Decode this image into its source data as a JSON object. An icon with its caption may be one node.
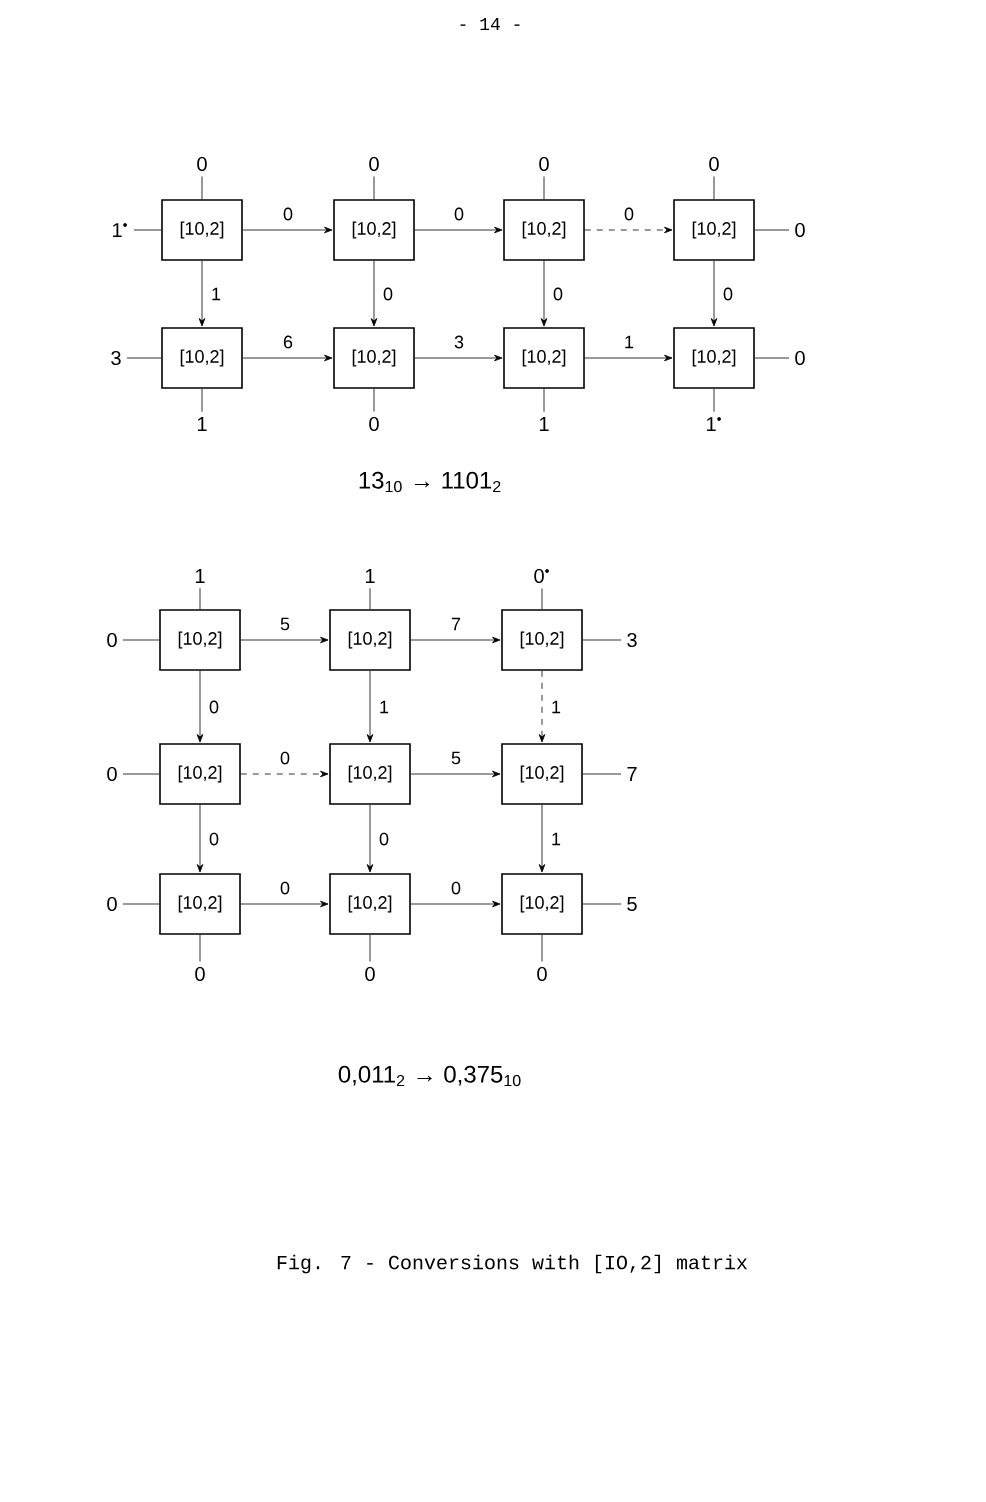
{
  "diagram": {
    "caption": "Fig. 7 - Conversions with [IO,2] matrix",
    "nodes": [
      {
        "text": [
          "[10,2]"
        ]
      },
      {
        "text": [
          "[10,2]"
        ]
      },
      {
        "text": [
          "[10,2]"
        ]
      },
      {
        "text": [
          "[10,2]"
        ]
      },
      {
        "text": [
          "[10,2]"
        ]
      },
      {
        "text": [
          "[10,2]"
        ]
      },
      {
        "text": [
          "[10,2]"
        ]
      },
      {
        "text": [
          "[10,2]"
        ]
      },
      {
        "text": [
          "0"
        ]
      },
      {
        "text": [
          "0"
        ]
      },
      {
        "text": [
          "0"
        ]
      },
      {
        "text": [
          "0"
        ]
      },
      {
        "text": [
          "1$^{•}$"
        ]
      },
      {
        "text": [
          "3"
        ]
      },
      {
        "text": [
          "0"
        ]
      },
      {
        "text": [
          "0"
        ]
      },
      {
        "text": [
          "1"
        ]
      },
      {
        "text": [
          "0"
        ]
      },
      {
        "text": [
          "1"
        ]
      },
      {
        "text": [
          "1$^{•}$"
        ]
      },
      {
        "text": [
          "[10,2]"
        ]
      },
      {
        "text": [
          "[10,2]"
        ]
      },
      {
        "text": [
          "[10,2]"
        ]
      },
      {
        "text": [
          "[10,2]"
        ]
      },
      {
        "text": [
          "[10,2]"
        ]
      },
      {
        "text": [
          "[10,2]"
        ]
      },
      {
        "text": [
          "[10,2]"
        ]
      },
      {
        "text": [
          "[10,2]"
        ]
      },
      {
        "text": [
          "[10,2]"
        ]
      },
      {
        "text": [
          "1"
        ]
      },
      {
        "text": [
          "1"
        ]
      },
      {
        "text": [
          "0$^{•}$"
        ]
      },
      {
        "text": [
          "0"
        ]
      },
      {
        "text": [
          "0"
        ]
      },
      {
        "text": [
          "0"
        ]
      },
      {
        "text": [
          "3"
        ]
      },
      {
        "text": [
          "7"
        ]
      },
      {
        "text": [
          "5"
        ]
      },
      {
        "text": [
          "0"
        ]
      },
      {
        "text": [
          "0"
        ]
      },
      {
        "text": [
          "0"
        ]
      }
    ],
    "edges": [
      {
        "from": 0,
        "to": 1,
        "arrow": "to",
        "label": "0"
      },
      {
        "from": 1,
        "to": 2,
        "arrow": "to",
        "label": "0"
      },
      {
        "from": 2,
        "to": 3,
        "arrow": "to",
        "label": "0",
        "style": "dashed"
      },
      {
        "from": 4,
        "to": 5,
        "arrow": "to",
        "label": "6"
      },
      {
        "from": 5,
        "to": 6,
        "arrow": "to",
        "label": "3"
      },
      {
        "from": 6,
        "to": 7,
        "arrow": "to",
        "label": "1"
      },
      {
        "from": 0,
        "to": 4,
        "arrow": "to",
        "label": "1"
      },
      {
        "from": 1,
        "to": 5,
        "arrow": "to",
        "label": "0"
      },
      {
        "from": 2,
        "to": 6,
        "arrow": "to",
        "label": "0"
      },
      {
        "from": 3,
        "to": 7,
        "arrow": "to",
        "label": "0"
      },
      {
        "from": 8,
        "to": 0,
        "arrow": "none"
      },
      {
        "from": 9,
        "to": 1,
        "arrow": "none"
      },
      {
        "from": 10,
        "to": 2,
        "arrow": "none"
      },
      {
        "from": 11,
        "to": 3,
        "arrow": "none"
      },
      {
        "from": 12,
        "to": 0,
        "arrow": "none"
      },
      {
        "from": 13,
        "to": 4,
        "arrow": "none"
      },
      {
        "from": 3,
        "to": 14,
        "arrow": "none"
      },
      {
        "from": 7,
        "to": 15,
        "arrow": "none"
      },
      {
        "from": 4,
        "to": 16,
        "arrow": "none"
      },
      {
        "from": 5,
        "to": 17,
        "arrow": "none"
      },
      {
        "from": 6,
        "to": 18,
        "arrow": "none"
      },
      {
        "from": 7,
        "to": 19,
        "arrow": "none"
      },
      {
        "from": 20,
        "to": 21,
        "arrow": "to",
        "label": "5"
      },
      {
        "from": 21,
        "to": 22,
        "arrow": "to",
        "label": "7"
      },
      {
        "from": 23,
        "to": 24,
        "arrow": "to",
        "label": "0",
        "style": "dashed"
      },
      {
        "from": 24,
        "to": 25,
        "arrow": "to",
        "label": "5"
      },
      {
        "from": 26,
        "to": 27,
        "arrow": "to",
        "label": "0"
      },
      {
        "from": 27,
        "to": 28,
        "arrow": "to",
        "label": "0"
      },
      {
        "from": 20,
        "to": 23,
        "arrow": "to",
        "label": "0"
      },
      {
        "from": 23,
        "to": 26,
        "arrow": "to",
        "label": "0"
      },
      {
        "from": 21,
        "to": 24,
        "arrow": "to",
        "label": "1"
      },
      {
        "from": 24,
        "to": 27,
        "arrow": "to",
        "label": "0"
      },
      {
        "from": 22,
        "to": 25,
        "arrow": "to",
        "label": "1",
        "style": "dashed"
      },
      {
        "from": 25,
        "to": 28,
        "arrow": "to",
        "label": "1"
      },
      {
        "from": 29,
        "to": 20,
        "arrow": "none"
      },
      {
        "from": 30,
        "to": 21,
        "arrow": "none"
      },
      {
        "from": 31,
        "to": 22,
        "arrow": "none"
      },
      {
        "from": 32,
        "to": 20,
        "arrow": "none"
      },
      {
        "from": 33,
        "to": 23,
        "arrow": "none"
      },
      {
        "from": 34,
        "to": 26,
        "arrow": "none"
      },
      {
        "from": 22,
        "to": 35,
        "arrow": "none"
      },
      {
        "from": 25,
        "to": 36,
        "arrow": "none"
      },
      {
        "from": 28,
        "to": 37,
        "arrow": "none"
      },
      {
        "from": 26,
        "to": 38,
        "arrow": "none"
      },
      {
        "from": 27,
        "to": 39,
        "arrow": "none"
      },
      {
        "from": 28,
        "to": 40,
        "arrow": "none"
      }
    ],
    "labels": [
      "- 14 -",
      "13$_{10}$ → 1101$_{2}$",
      "0,011$_{2}$ → 0,375$_{10}$"
    ]
  }
}
